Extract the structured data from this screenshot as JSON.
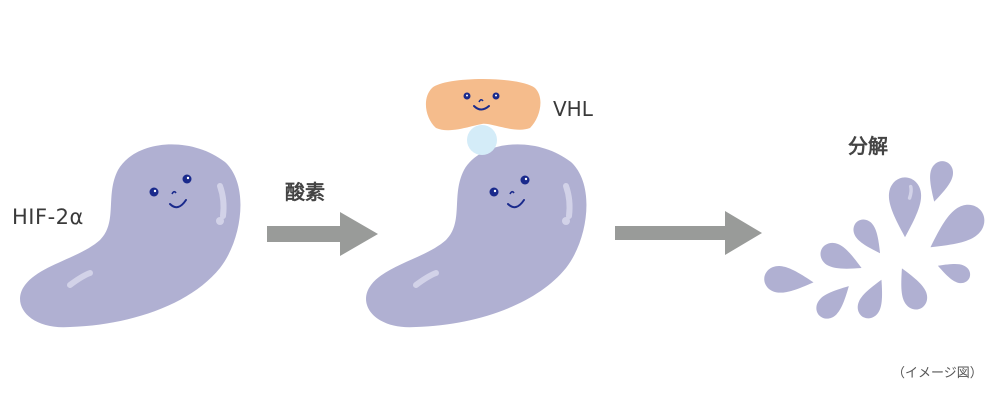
{
  "diagram": {
    "title": "HIF-2α degradation via VHL in presence of oxygen",
    "labels": {
      "protein": "HIF-2α",
      "oxygen": "酸素",
      "vhl": "VHL",
      "degradation": "分解",
      "note": "（イメージ図）"
    },
    "steps": [
      {
        "name": "HIF-2α",
        "state": "intact"
      },
      {
        "name": "HIF-2α + VHL",
        "state": "bound",
        "condition": "酸素"
      },
      {
        "name": "分解",
        "state": "degraded"
      }
    ],
    "colors": {
      "protein": "#b0b0d2",
      "protein_highlight": "#d2d2e8",
      "vhl": "#f5bc8c",
      "binding_site": "#d4ecf8",
      "face": "#1a2a8c",
      "arrow": "#999b99",
      "text": "#3a3a3a"
    }
  }
}
